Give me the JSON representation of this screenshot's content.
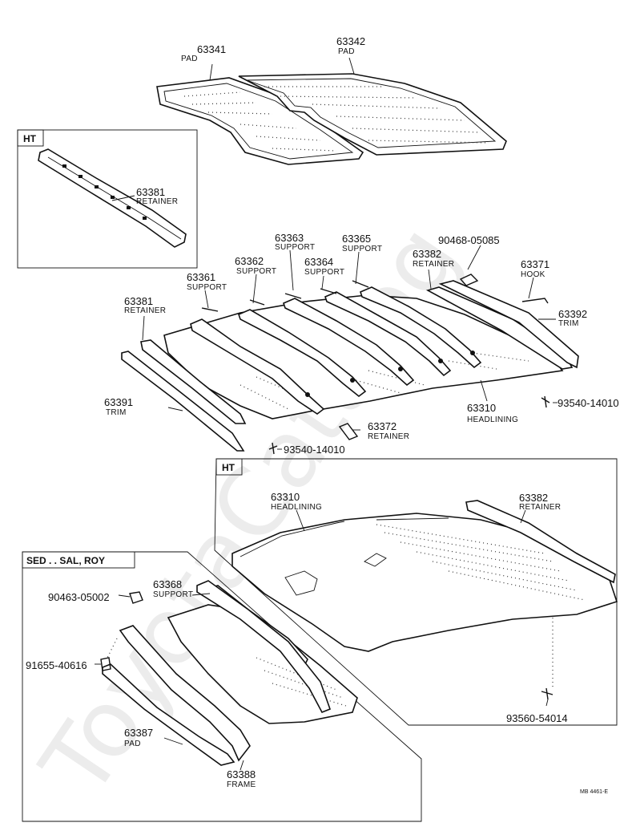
{
  "watermark": "ToyotaCatalog",
  "boxes": {
    "ht_top": "HT",
    "ht_mid": "HT",
    "sed": "SED . . SAL, ROY"
  },
  "parts": {
    "p63341": {
      "num": "63341",
      "name": "PAD"
    },
    "p63342": {
      "num": "63342",
      "name": "PAD"
    },
    "p63381_ht": {
      "num": "63381",
      "name": "RETAINER"
    },
    "p63363": {
      "num": "63363",
      "name": "SUPPORT"
    },
    "p63365": {
      "num": "63365",
      "name": "SUPPORT"
    },
    "p63362": {
      "num": "63362",
      "name": "SUPPORT"
    },
    "p63364": {
      "num": "63364",
      "name": "SUPPORT"
    },
    "p63361": {
      "num": "63361",
      "name": "SUPPORT"
    },
    "p63382": {
      "num": "63382",
      "name": "RETAINER"
    },
    "p90468": {
      "num": "90468-05085"
    },
    "p63371": {
      "num": "63371",
      "name": "HOOK"
    },
    "p63392": {
      "num": "63392",
      "name": "TRIM"
    },
    "p63381": {
      "num": "63381",
      "name": "RETAINER"
    },
    "p63391": {
      "num": "63391",
      "name": "TRIM"
    },
    "p63310": {
      "num": "63310",
      "name": "HEADLINING"
    },
    "p93540_r": {
      "num": "93540-14010"
    },
    "p63372": {
      "num": "63372",
      "name": "RETAINER"
    },
    "p93540_b": {
      "num": "93540-14010"
    },
    "p63310_ht": {
      "num": "63310",
      "name": "HEADLINING"
    },
    "p63382_ht": {
      "num": "63382",
      "name": "RETAINER"
    },
    "p63368": {
      "num": "63368",
      "name": "SUPPORT"
    },
    "p90463": {
      "num": "90463-05002"
    },
    "p91655": {
      "num": "91655-40616"
    },
    "p63387": {
      "num": "63387",
      "name": "PAD"
    },
    "p63388": {
      "num": "63388",
      "name": "FRAME"
    },
    "p93560": {
      "num": "93560-54014"
    }
  },
  "footer_code": "MB 4461-E"
}
